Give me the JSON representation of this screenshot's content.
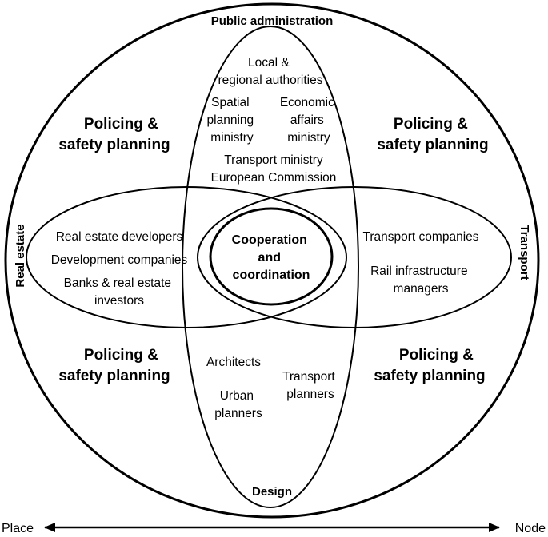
{
  "top_label": "Public administration",
  "bottom_label": "Design",
  "left_label": "Real estate",
  "right_label": "Transport",
  "corners": {
    "top_left": [
      "Policing &",
      "safety planning"
    ],
    "top_right": [
      "Policing &",
      "safety planning"
    ],
    "bottom_left": [
      "Policing &",
      "safety planning"
    ],
    "bottom_right": [
      "Policing &",
      "safety planning"
    ]
  },
  "public_admin": {
    "local": [
      "Local &",
      "regional authorities"
    ],
    "spatial": [
      "Spatial",
      "planning",
      "ministry"
    ],
    "economic": [
      "Economic",
      "affairs",
      "ministry"
    ],
    "transport_ministry": "Transport ministry",
    "european": "European Commission"
  },
  "real_estate": {
    "developers": "Real estate developers",
    "development": "Development companies",
    "banks": [
      "Banks & real estate",
      "investors"
    ]
  },
  "transport": {
    "companies": "Transport companies",
    "rail": [
      "Rail infrastructure",
      "managers"
    ]
  },
  "design": {
    "architects": "Architects",
    "urban": [
      "Urban",
      "planners"
    ],
    "transport_planners": [
      "Transport",
      "planners"
    ]
  },
  "center": [
    "Cooperation",
    "and",
    "coordination"
  ],
  "axis": {
    "left": "Place",
    "right": "Node"
  }
}
